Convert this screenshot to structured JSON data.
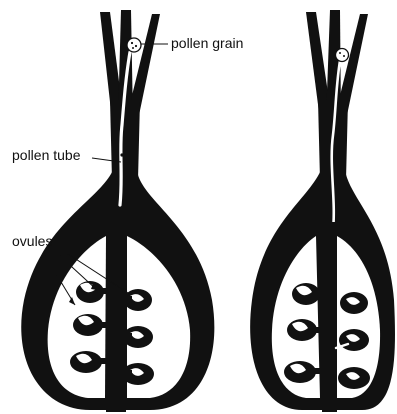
{
  "labels": {
    "pollen_grain": "pollen grain",
    "pollen_tube": "pollen tube",
    "ovules": "ovules"
  },
  "colors": {
    "ink": "#111111",
    "paper": "#ffffff"
  }
}
